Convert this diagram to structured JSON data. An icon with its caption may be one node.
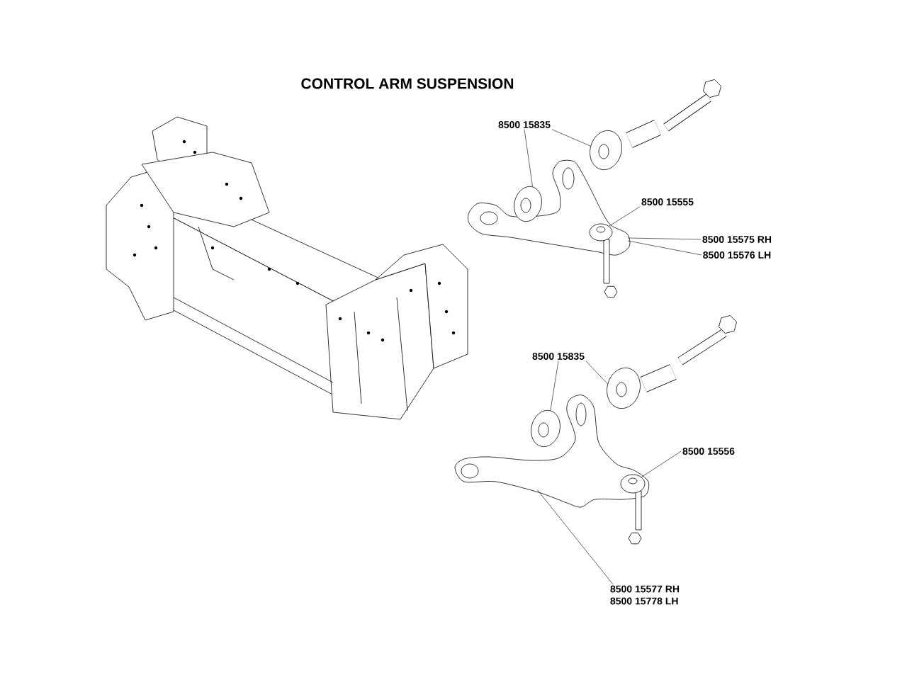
{
  "diagram": {
    "title": "CONTROL ARM SUSPENSION",
    "nodes": [
      {
        "text": [
          "8500 15835"
        ]
      },
      {
        "text": [],
        "shape": "picture"
      },
      {
        "text": [],
        "shape": "picture"
      },
      {
        "text": [
          "8500 15555"
        ]
      },
      {
        "text": [],
        "shape": "picture"
      },
      {
        "text": [
          "8500 15575 RH"
        ]
      },
      {
        "text": [
          "8500 15576 LH"
        ]
      },
      {
        "text": [],
        "shape": "picture"
      },
      {
        "text": [
          "8500 15835"
        ]
      },
      {
        "text": [],
        "shape": "picture"
      },
      {
        "text": [],
        "shape": "picture"
      },
      {
        "text": [
          "8500 15556"
        ]
      },
      {
        "text": [],
        "shape": "picture"
      },
      {
        "text": [
          "8500 15577 RH",
          "8500 15778 LH"
        ]
      },
      {
        "text": [],
        "shape": "picture"
      }
    ],
    "edges": [
      {
        "from": 0,
        "to": 1,
        "arrow": "none"
      },
      {
        "from": 0,
        "to": 2,
        "arrow": "none"
      },
      {
        "from": 3,
        "to": 4,
        "arrow": "none"
      },
      {
        "from": 5,
        "to": 7,
        "arrow": "none"
      },
      {
        "from": 6,
        "to": 7,
        "arrow": "none"
      },
      {
        "from": 8,
        "to": 9,
        "arrow": "none"
      },
      {
        "from": 8,
        "to": 10,
        "arrow": "none"
      },
      {
        "from": 11,
        "to": 12,
        "arrow": "none"
      },
      {
        "from": 13,
        "to": 14,
        "arrow": "none"
      }
    ]
  }
}
